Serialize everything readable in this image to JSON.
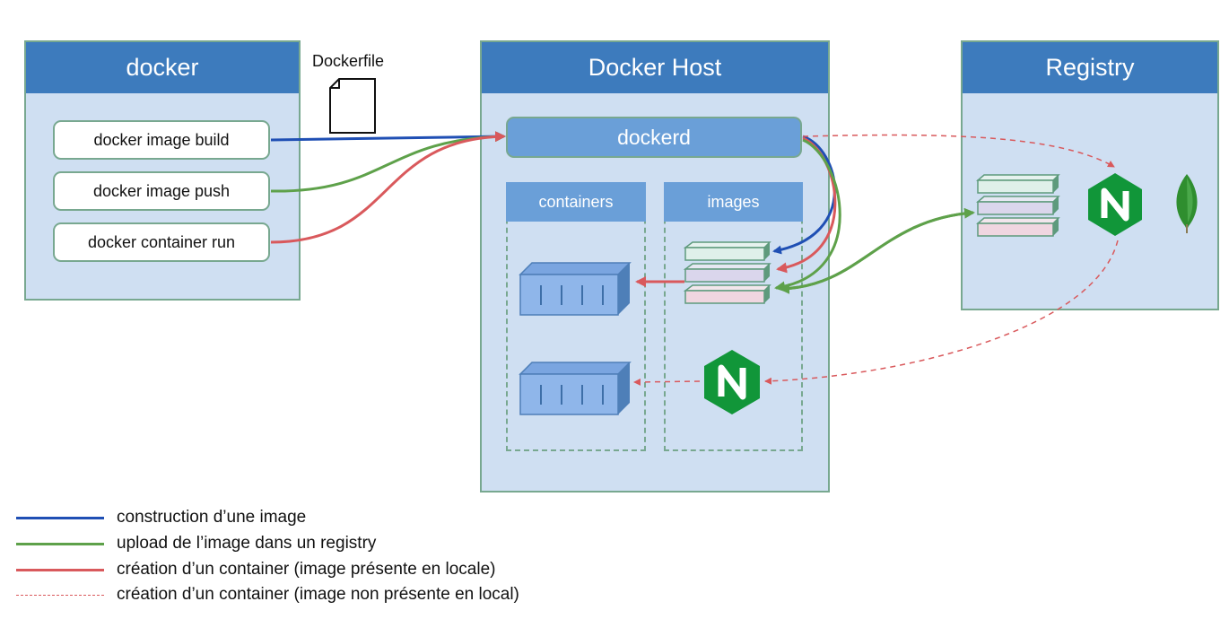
{
  "panels": {
    "docker": {
      "title": "docker"
    },
    "host": {
      "title": "Docker Host"
    },
    "registry": {
      "title": "Registry"
    }
  },
  "commands": [
    {
      "label": "docker image build"
    },
    {
      "label": "docker image push"
    },
    {
      "label": "docker container run"
    }
  ],
  "dockerfile": {
    "label": "Dockerfile"
  },
  "dockerd": {
    "label": "dockerd"
  },
  "stores": {
    "containers": {
      "title": "containers"
    },
    "images": {
      "title": "images"
    }
  },
  "colors": {
    "build": "#1f4fb4",
    "push": "#5ea14a",
    "run": "#d9595c",
    "pull_run": "#d9595c",
    "nginx": "#119639",
    "mongo": "#3a9e3a"
  },
  "icons": {
    "nginx": "nginx-icon",
    "mongo": "mongodb-leaf-icon",
    "file": "document-icon",
    "container": "container-icon",
    "layers": "image-layers-icon"
  },
  "legend": [
    {
      "label": "construction d’une image",
      "style": "solid",
      "color": "#1f4fb4"
    },
    {
      "label": "upload de l’image dans un registry",
      "style": "solid",
      "color": "#5ea14a"
    },
    {
      "label": "création d’un container (image présente en locale)",
      "style": "solid",
      "color": "#d9595c"
    },
    {
      "label": "création d’un container (image non présente en local)",
      "style": "dashed",
      "color": "#d9595c"
    }
  ]
}
